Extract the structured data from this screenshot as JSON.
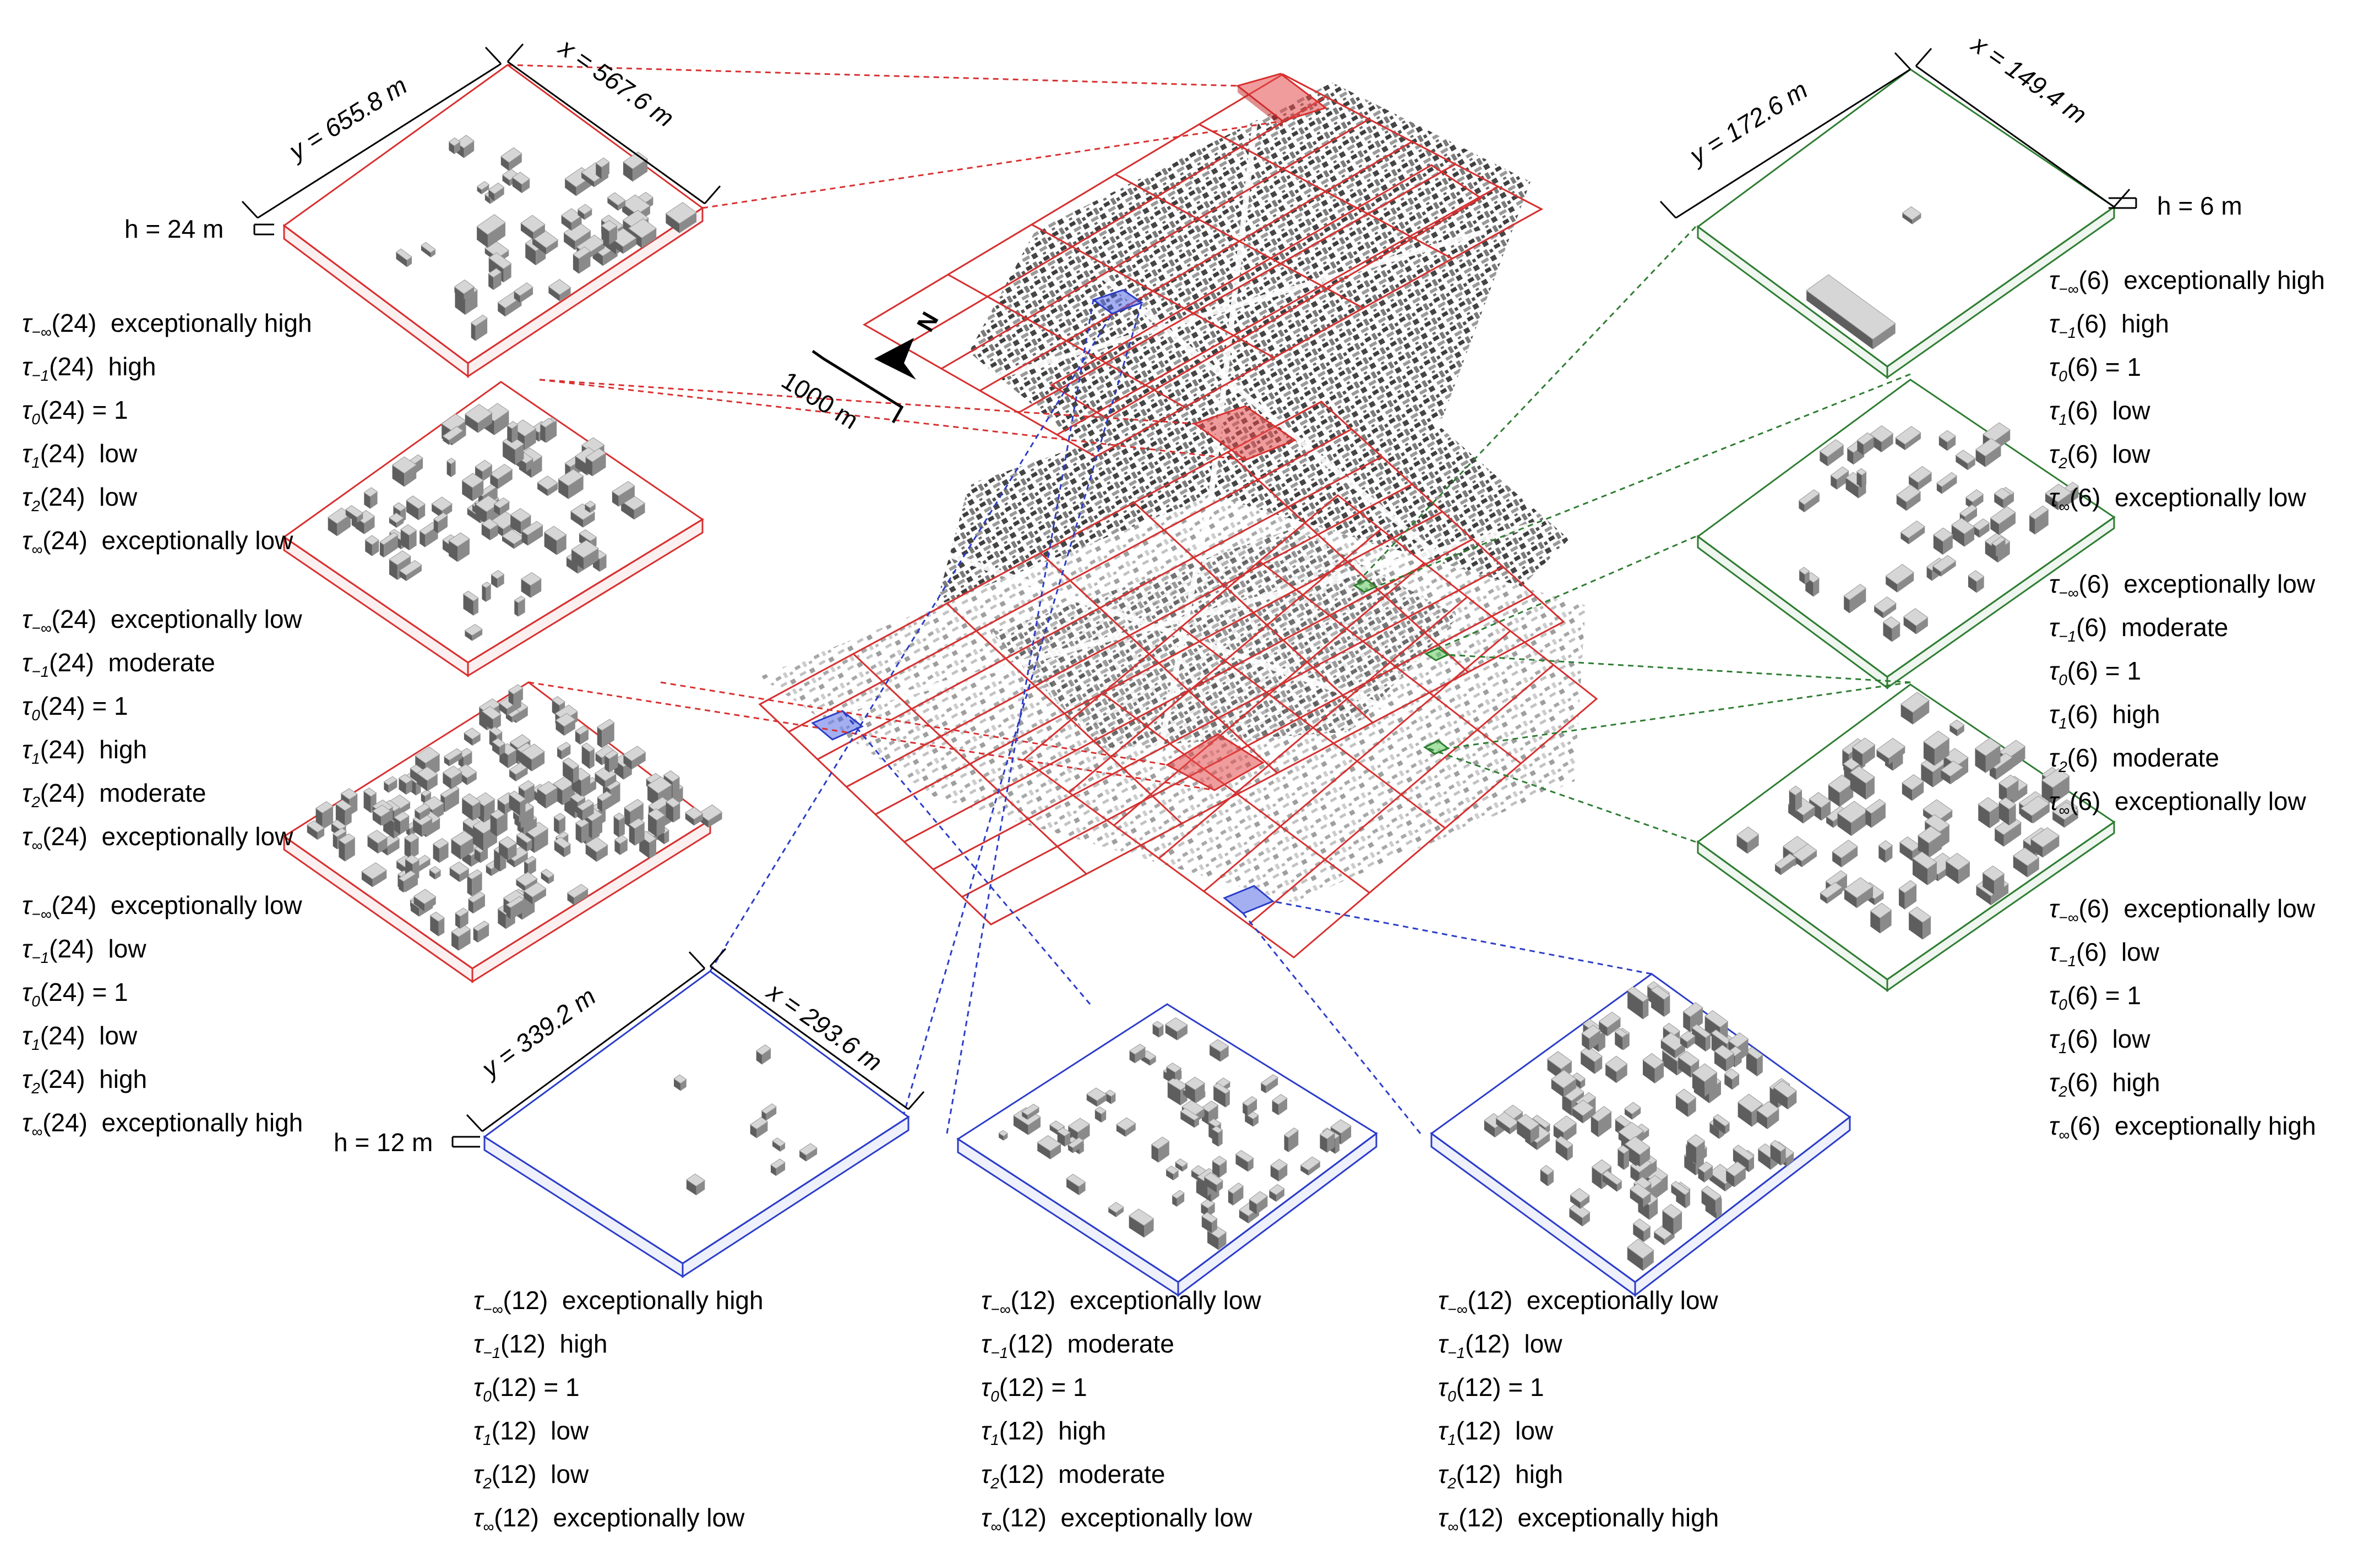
{
  "colors": {
    "red": "#d83030",
    "green": "#2e7d32",
    "blue": "#2c3dc8",
    "building": "#8a8a8a",
    "building_light": "#d6d6d6"
  },
  "scale_bar": {
    "label": "1000 m",
    "north_label": "N"
  },
  "dims": {
    "red": {
      "y": "y = 655.8 m",
      "x": "x = 567.6 m",
      "h": "h = 24 m"
    },
    "green": {
      "y": "y = 172.6 m",
      "x": "x = 149.4 m",
      "h": "h = 6 m"
    },
    "blue": {
      "y": "y = 339.2 m",
      "x": "x = 293.6 m",
      "h": "h = 12 m"
    }
  },
  "groups": [
    {
      "id": "red-1",
      "rows": [
        {
          "sub": "−∞",
          "arg": "(24)",
          "label": "exceptionally high"
        },
        {
          "sub": "−1",
          "arg": "(24)",
          "label": "high"
        },
        {
          "sub": "0",
          "arg": "(24) = 1",
          "label": ""
        },
        {
          "sub": "1",
          "arg": "(24)",
          "label": "low"
        },
        {
          "sub": "2",
          "arg": "(24)",
          "label": "low"
        },
        {
          "sub": "∞",
          "arg": "(24)",
          "label": "exceptionally low"
        }
      ]
    },
    {
      "id": "red-2",
      "rows": [
        {
          "sub": "−∞",
          "arg": "(24)",
          "label": "exceptionally low"
        },
        {
          "sub": "−1",
          "arg": "(24)",
          "label": "moderate"
        },
        {
          "sub": "0",
          "arg": "(24) = 1",
          "label": ""
        },
        {
          "sub": "1",
          "arg": "(24)",
          "label": "high"
        },
        {
          "sub": "2",
          "arg": "(24)",
          "label": "moderate"
        },
        {
          "sub": "∞",
          "arg": "(24)",
          "label": "exceptionally low"
        }
      ]
    },
    {
      "id": "red-3",
      "rows": [
        {
          "sub": "−∞",
          "arg": "(24)",
          "label": "exceptionally low"
        },
        {
          "sub": "−1",
          "arg": "(24)",
          "label": "low"
        },
        {
          "sub": "0",
          "arg": "(24) = 1",
          "label": ""
        },
        {
          "sub": "1",
          "arg": "(24)",
          "label": "low"
        },
        {
          "sub": "2",
          "arg": "(24)",
          "label": "high"
        },
        {
          "sub": "∞",
          "arg": "(24)",
          "label": "exceptionally high"
        }
      ]
    },
    {
      "id": "green-1",
      "rows": [
        {
          "sub": "−∞",
          "arg": "(6)",
          "label": "exceptionally high"
        },
        {
          "sub": "−1",
          "arg": "(6)",
          "label": "high"
        },
        {
          "sub": "0",
          "arg": "(6) = 1",
          "label": ""
        },
        {
          "sub": "1",
          "arg": "(6)",
          "label": "low"
        },
        {
          "sub": "2",
          "arg": "(6)",
          "label": "low"
        },
        {
          "sub": "∞",
          "arg": "(6)",
          "label": "exceptionally low"
        }
      ]
    },
    {
      "id": "green-2",
      "rows": [
        {
          "sub": "−∞",
          "arg": "(6)",
          "label": "exceptionally low"
        },
        {
          "sub": "−1",
          "arg": "(6)",
          "label": "moderate"
        },
        {
          "sub": "0",
          "arg": "(6) = 1",
          "label": ""
        },
        {
          "sub": "1",
          "arg": "(6)",
          "label": "high"
        },
        {
          "sub": "2",
          "arg": "(6)",
          "label": "moderate"
        },
        {
          "sub": "∞",
          "arg": "(6)",
          "label": "exceptionally low"
        }
      ]
    },
    {
      "id": "green-3",
      "rows": [
        {
          "sub": "−∞",
          "arg": "(6)",
          "label": "exceptionally low"
        },
        {
          "sub": "−1",
          "arg": "(6)",
          "label": "low"
        },
        {
          "sub": "0",
          "arg": "(6) = 1",
          "label": ""
        },
        {
          "sub": "1",
          "arg": "(6)",
          "label": "low"
        },
        {
          "sub": "2",
          "arg": "(6)",
          "label": "high"
        },
        {
          "sub": "∞",
          "arg": "(6)",
          "label": "exceptionally high"
        }
      ]
    },
    {
      "id": "blue-1",
      "rows": [
        {
          "sub": "−∞",
          "arg": "(12)",
          "label": "exceptionally high"
        },
        {
          "sub": "−1",
          "arg": "(12)",
          "label": "high"
        },
        {
          "sub": "0",
          "arg": "(12) = 1",
          "label": ""
        },
        {
          "sub": "1",
          "arg": "(12)",
          "label": "low"
        },
        {
          "sub": "2",
          "arg": "(12)",
          "label": "low"
        },
        {
          "sub": "∞",
          "arg": "(12)",
          "label": "exceptionally low"
        }
      ]
    },
    {
      "id": "blue-2",
      "rows": [
        {
          "sub": "−∞",
          "arg": "(12)",
          "label": "exceptionally low"
        },
        {
          "sub": "−1",
          "arg": "(12)",
          "label": "moderate"
        },
        {
          "sub": "0",
          "arg": "(12) = 1",
          "label": ""
        },
        {
          "sub": "1",
          "arg": "(12)",
          "label": "high"
        },
        {
          "sub": "2",
          "arg": "(12)",
          "label": "moderate"
        },
        {
          "sub": "∞",
          "arg": "(12)",
          "label": "exceptionally low"
        }
      ]
    },
    {
      "id": "blue-3",
      "rows": [
        {
          "sub": "−∞",
          "arg": "(12)",
          "label": "exceptionally low"
        },
        {
          "sub": "−1",
          "arg": "(12)",
          "label": "low"
        },
        {
          "sub": "0",
          "arg": "(12) = 1",
          "label": ""
        },
        {
          "sub": "1",
          "arg": "(12)",
          "label": "low"
        },
        {
          "sub": "2",
          "arg": "(12)",
          "label": "high"
        },
        {
          "sub": "∞",
          "arg": "(12)",
          "label": "exceptionally high"
        }
      ]
    }
  ]
}
